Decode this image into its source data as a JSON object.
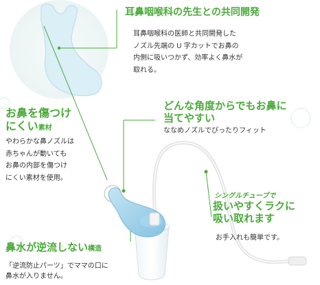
{
  "colors": {
    "accent_green": "#4aaa3a",
    "text": "#333333",
    "device_blue": "#9fd0ea",
    "tube": "#e8e8e8"
  },
  "joint_research": {
    "title": "耳鼻咽喉科の先生との共同開発",
    "lines": [
      "耳鼻咽喉科の医師と共同開発した",
      "ノズル先端の U 字カットでお鼻の",
      "内側に吸いつかず、効率よく鼻水が",
      "取れる。"
    ]
  },
  "gentle_material": {
    "title_line1": "お鼻を傷つけ",
    "title_line2": "にくい",
    "title_suffix": "素材",
    "lines": [
      "やわらかな鼻ノズルは",
      "赤ちゃんが動いても",
      "お鼻の内部を傷つけ",
      "にくい素材を使用。"
    ]
  },
  "any_angle": {
    "title_line1": "どんな角度からでもお鼻に",
    "title_line2": "当てやすい",
    "line": "ななめノズルでぴったりフィット"
  },
  "single_tube": {
    "label": "シングルチューブで",
    "title_line1": "扱いやすくラクに",
    "title_line2": "吸い取れます",
    "line": "お手入れも簡単です。"
  },
  "no_backflow": {
    "title": "鼻水が逆流しない",
    "title_suffix": "構造",
    "lines": [
      "「逆流防止パーツ」でママの口に",
      "鼻水が入りません。"
    ]
  }
}
